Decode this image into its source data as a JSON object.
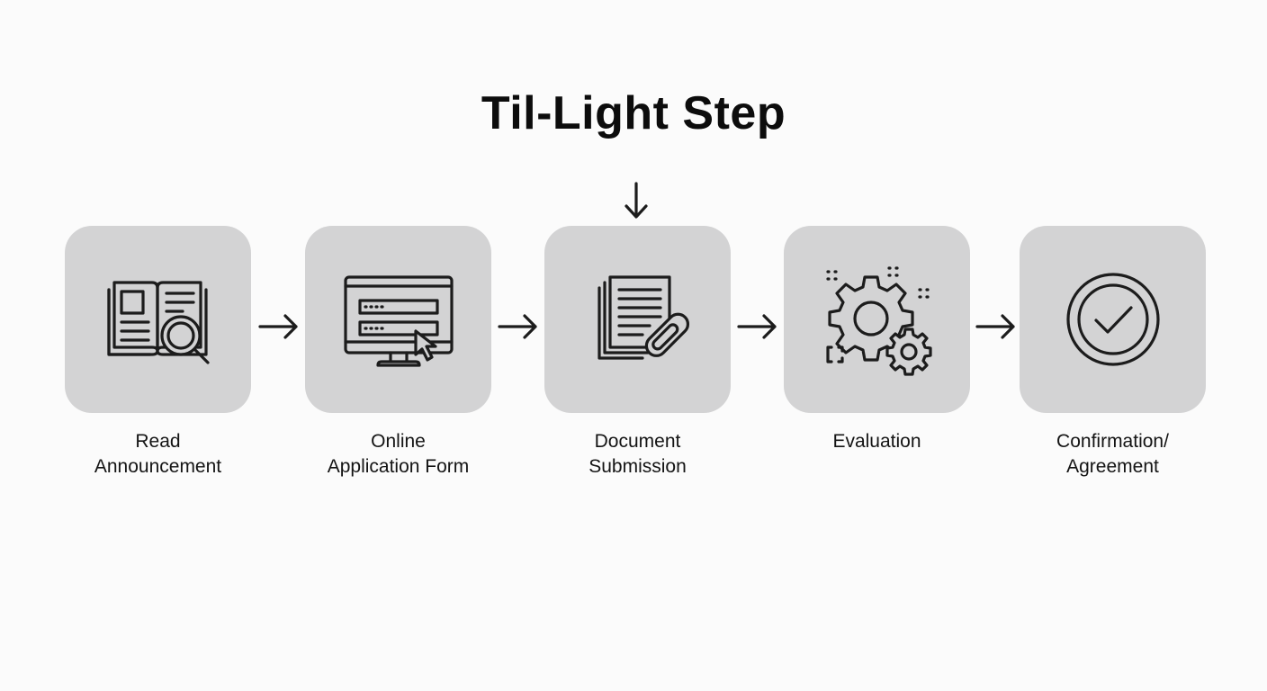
{
  "title": "Til-Light Step",
  "steps": [
    {
      "line1": "Read",
      "line2": "Announcement",
      "icon": "book-magnifier-icon"
    },
    {
      "line1": "Online",
      "line2": "Application Form",
      "icon": "monitor-form-icon"
    },
    {
      "line1": "Document",
      "line2": "Submission",
      "icon": "document-clip-icon"
    },
    {
      "line1": "Evaluation",
      "line2": "",
      "icon": "gears-icon"
    },
    {
      "line1": "Confirmation/",
      "line2": "Agreement",
      "icon": "check-circle-icon"
    }
  ],
  "current_step": 3,
  "colors": {
    "background": "#fbfbfb",
    "tile": "#d3d3d4",
    "ink": "#1c1c1c"
  }
}
